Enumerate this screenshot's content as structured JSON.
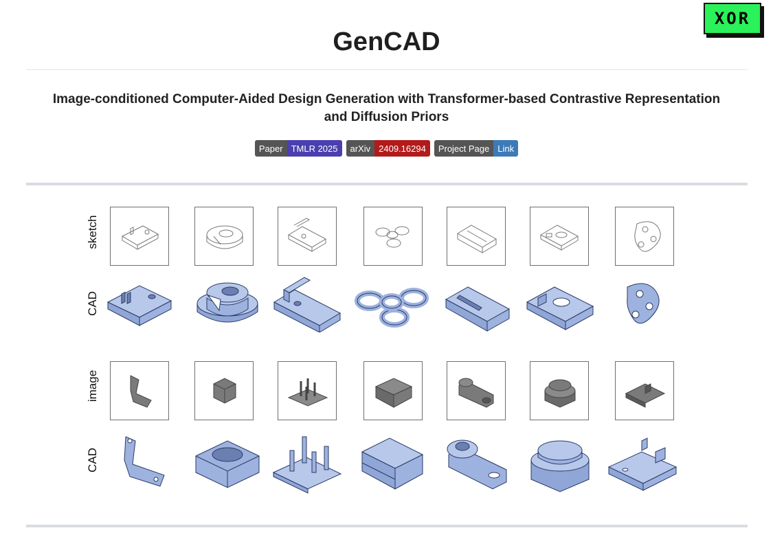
{
  "logo": {
    "text": "XOR"
  },
  "header": {
    "title": "GenCAD",
    "subtitle_line1": "Image-conditioned Computer-Aided Design Generation with Transformer-based Contrastive Representation",
    "subtitle_line2": "and Diffusion Priors"
  },
  "badges": [
    {
      "label": "Paper",
      "value": "TMLR 2025",
      "color": "#4b3faf"
    },
    {
      "label": "arXiv",
      "value": "2409.16294",
      "color": "#b31b1b"
    },
    {
      "label": "Project Page",
      "value": "Link",
      "color": "#3d7ab8"
    }
  ],
  "figure": {
    "row_labels": [
      "sketch",
      "CAD",
      "image",
      "CAD"
    ],
    "cad_color": "#a8bce3",
    "cad_edge": "#2a3a66",
    "gray_fill": "#8a8a8a"
  }
}
